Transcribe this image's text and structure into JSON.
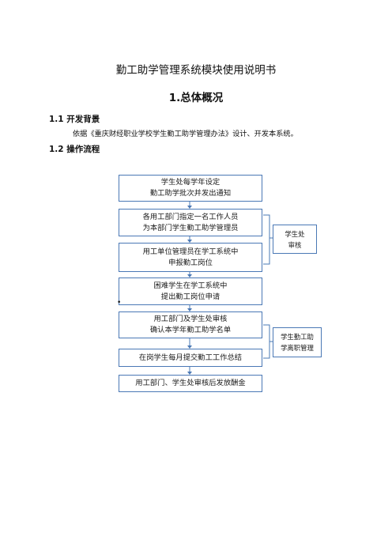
{
  "doc": {
    "title": "勤工助学管理系统模块使用说明书",
    "section1": "1.总体概况",
    "sub1": "1.1 开发背景",
    "background": "依据《重庆财经职业学校学生勤工助学管理办法》设计、开发本系统。",
    "sub2": "1.2 操作流程"
  },
  "flow": {
    "steps": [
      {
        "l1": "学生处每学年设定",
        "l2": "勤工助学批次并发出通知"
      },
      {
        "l1": "各用工部门指定一名工作人员",
        "l2": "为本部门学生勤工助学管理员"
      },
      {
        "l1": "用工单位管理员在学工系统中",
        "l2": "申报勤工岗位"
      },
      {
        "l1": "困难学生在学工系统中",
        "l2": "提出勤工岗位申请"
      },
      {
        "l1": "用工部门及学生处审核",
        "l2": "确认本学年勤工助学名单"
      },
      {
        "l1": "在岗学生每月提交勤工工作总结"
      },
      {
        "l1": "用工部门、学生处审核后发放酬金"
      }
    ],
    "side1": {
      "l1": "学生处",
      "l2": "审核"
    },
    "side2": {
      "l1": "学生勤工助",
      "l2": "学离职管理"
    }
  },
  "bullet": "•"
}
